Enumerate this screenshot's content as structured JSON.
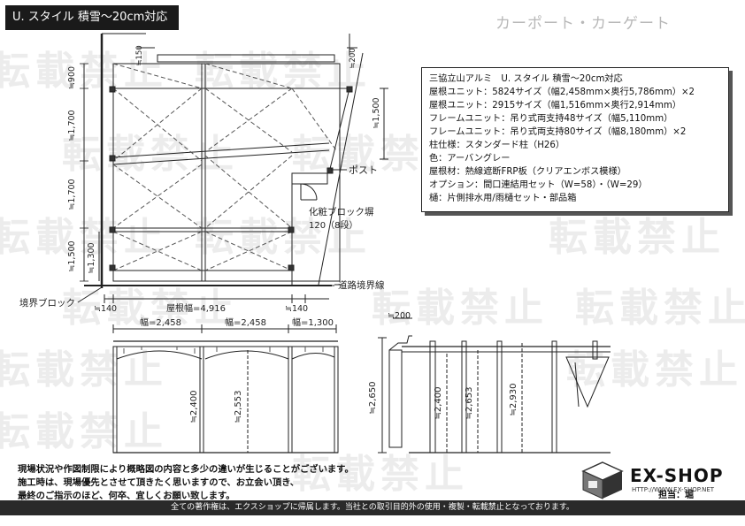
{
  "title": "U. スタイル 積雪～20cm対応",
  "brand_header": "カーポート・カーゲート",
  "watermark": "転載禁止",
  "spec": {
    "lines": [
      "三協立山アルミ　U. スタイル 積雪～20cm対応",
      "屋根ユニット：5824サイズ（幅2,458mm×奥行5,786mm）×2",
      "屋根ユニット：2915サイズ（幅1,516mm×奥行2,914mm）",
      "フレームユニット：吊り式両支持48サイズ（幅5,110mm）",
      "フレームユニット：吊り式両支持80サイズ（幅8,180mm）×2",
      "柱仕様：スタンダード柱（H26）",
      "色：アーバングレー",
      "屋根材：熱線遮断FRP板（クリアエンボス模様）",
      "オプション：間口連結用セット（W=58）・（W=29）",
      "樋：片側排水用/雨樋セット・部品箱"
    ]
  },
  "plan": {
    "left_dims": [
      "≒900",
      "≒1,700",
      "≒1,700",
      "≒1,500",
      "≒1,300"
    ],
    "top_dim_left": "≒150",
    "top_dim_right": "≒200",
    "right_dim": "≒1,500",
    "post_label": "ポスト",
    "block_wall_label": "化粧ブロック塀",
    "block_wall_sub": "120（8段）",
    "road_label": "道路境界線",
    "boundary_label": "境界ブロック",
    "bottom_dims": [
      "≒140",
      "屋根幅=4,916",
      "≒140"
    ]
  },
  "front": {
    "widths": [
      "幅=2,458",
      "幅=2,458",
      "幅=1,300"
    ],
    "heights": [
      "≒2,400",
      "≒2,553"
    ]
  },
  "side": {
    "top_dim": "≒200",
    "heights": [
      "≒2,650",
      "≒2,400",
      "≒2,653",
      "≒2,930"
    ]
  },
  "notes": [
    "現場状況や作図制限により概略図の内容と多少の違いが生じることがございます。",
    "施工時は、現場優先とさせて頂きたく思いますので、お立会い頂き、",
    "最終のご指示のほど、何卒、宜しくお願い致します。"
  ],
  "footer": "全ての著作権は、エクスショップに帰属します。当社との取引目的外の使用・複製・転載禁止となっております。",
  "logo": {
    "name": "EX-SHOP",
    "url": "HTTP://WWW.EX-SHOP.NET"
  },
  "person": "担当：堀"
}
